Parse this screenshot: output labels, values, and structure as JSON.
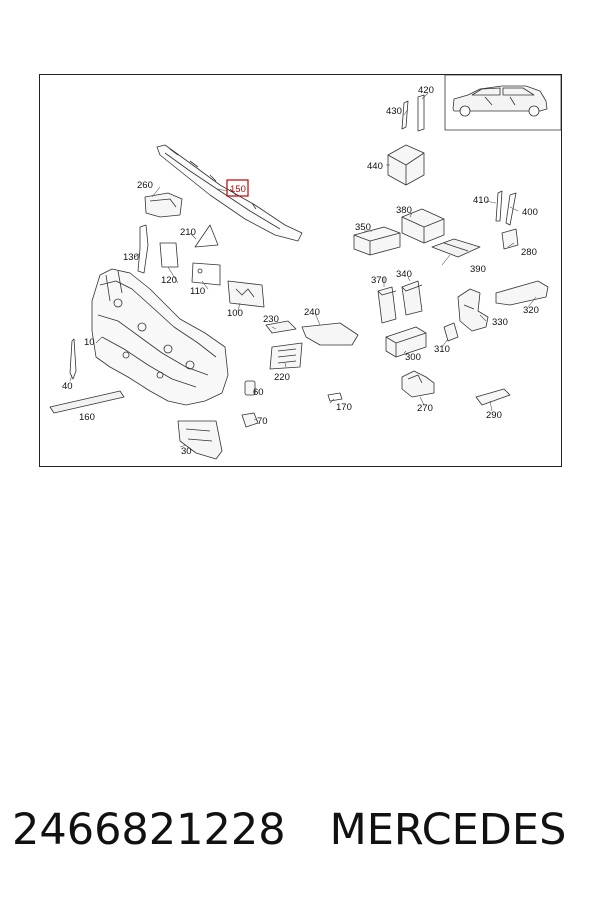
{
  "diagram": {
    "highlighted_callout": "150",
    "highlight_color": "#c00000",
    "line_color": "#333333",
    "callouts": [
      "10",
      "30",
      "40",
      "60",
      "70",
      "100",
      "110",
      "120",
      "130",
      "150",
      "160",
      "170",
      "210",
      "220",
      "230",
      "240",
      "260",
      "270",
      "280",
      "290",
      "300",
      "310",
      "320",
      "330",
      "340",
      "350",
      "370",
      "380",
      "390",
      "400",
      "410",
      "420",
      "430",
      "440"
    ],
    "thumbnail_icon": "car-side-icon"
  },
  "footer": {
    "part_number": "2466821228",
    "brand": "MERCEDES"
  }
}
